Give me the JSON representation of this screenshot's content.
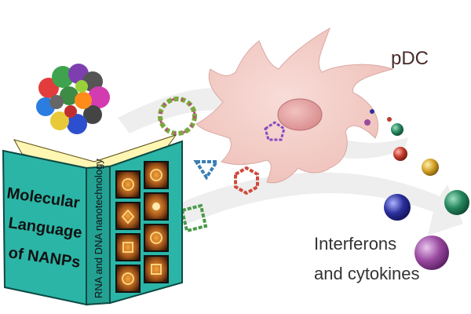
{
  "book": {
    "title_lines": [
      "Molecular",
      "Language",
      "of NANPs"
    ],
    "spine_text": "RNA and DNA nanotechnology"
  },
  "cell": {
    "label": "pDC"
  },
  "output": {
    "label_lines": [
      "Interferons",
      "and cytokines"
    ]
  },
  "colors": {
    "book_cover": "#2bb5a6",
    "book_pages": "#fff6b3",
    "cell_fill": "#f4d1cc",
    "nucleus_fill": "#e7a8a8",
    "arrow_gray": "#e7e7e7",
    "cytokine_purple": "#9a4aa0",
    "cytokine_blue": "#2b2f9b",
    "cytokine_green": "#24855c",
    "cytokine_yellow": "#d4a126",
    "cytokine_red": "#c0392b"
  }
}
